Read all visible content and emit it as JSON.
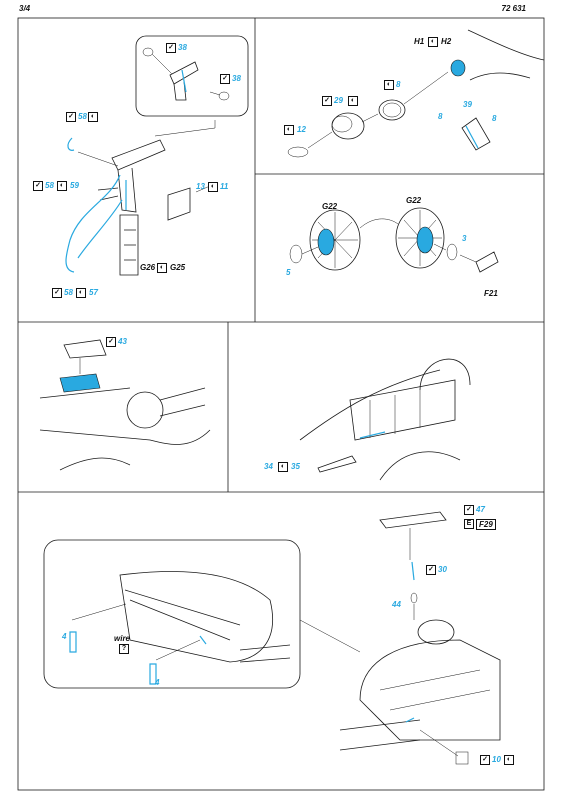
{
  "header": {
    "page": "3/4",
    "set_number": "72 631"
  },
  "icons": {
    "check": "check-icon",
    "moon": "half-moon-icon",
    "question": "question-icon",
    "bend": "bend-icon"
  },
  "colors": {
    "accent": "#29a9e0",
    "ink": "#1a1a1a"
  },
  "panel_a": {
    "part_a": "38",
    "part_b": "38",
    "part_c": "58",
    "part_d": "58",
    "part_e": "59",
    "part_f": "13",
    "part_g": "11",
    "part_h": "58",
    "part_i": "57",
    "assy": "G26",
    "assy2": "G25"
  },
  "panel_b": {
    "h1": "H1",
    "h2": "H2",
    "part_a": "8",
    "part_b": "29",
    "part_c": "12",
    "part_d": "8",
    "part_e": "39",
    "part_f": "8"
  },
  "panel_c": {
    "g_left": "G22",
    "g_right": "G22",
    "part_a": "5",
    "part_b": "3",
    "f21": "F21"
  },
  "panel_d": {
    "part_a": "43"
  },
  "panel_e": {
    "part_a": "34",
    "part_b": "35"
  },
  "panel_f": {
    "part_a": "47",
    "f29": "F29",
    "part_b": "30",
    "part_c": "44",
    "part_d": "4",
    "part_e": "4",
    "wire": "wire",
    "part_f": "10"
  }
}
